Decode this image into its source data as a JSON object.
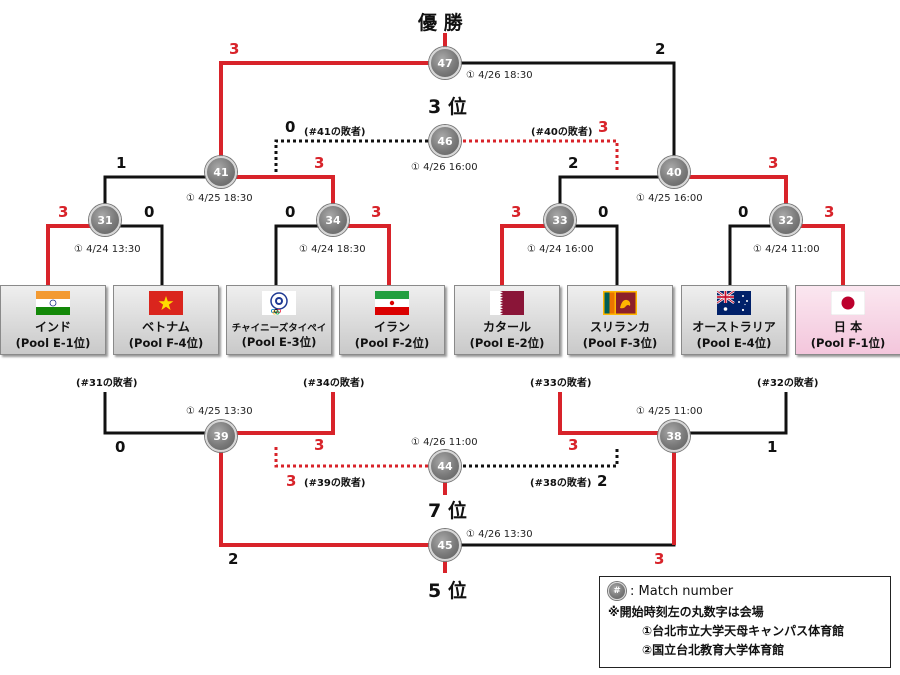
{
  "labels": {
    "champion": "優 勝",
    "third": "3 位",
    "fifth": "5 位",
    "seventh": "7 位"
  },
  "teams": [
    {
      "name": "インド",
      "pool": "(Pool E-1位)"
    },
    {
      "name": "ベトナム",
      "pool": "(Pool F-4位)"
    },
    {
      "name": "チャイニーズタイペイ",
      "pool": "(Pool E-3位)"
    },
    {
      "name": "イラン",
      "pool": "(Pool F-2位)"
    },
    {
      "name": "カタール",
      "pool": "(Pool E-2位)"
    },
    {
      "name": "スリランカ",
      "pool": "(Pool F-3位)"
    },
    {
      "name": "オーストラリア",
      "pool": "(Pool E-4位)"
    },
    {
      "name": "日 本",
      "pool": "(Pool F-1位)"
    }
  ],
  "matches": {
    "m31": {
      "number": "31",
      "info": "① 4/24 13:30",
      "score_left": "3",
      "score_right": "0"
    },
    "m34": {
      "number": "34",
      "info": "① 4/24 18:30",
      "score_left": "0",
      "score_right": "3"
    },
    "m33": {
      "number": "33",
      "info": "① 4/24 16:00",
      "score_left": "3",
      "score_right": "0"
    },
    "m32": {
      "number": "32",
      "info": "① 4/24 11:00",
      "score_left": "0",
      "score_right": "3"
    },
    "m41": {
      "number": "41",
      "info": "① 4/25 18:30",
      "score_left": "1",
      "score_right": "3"
    },
    "m40": {
      "number": "40",
      "info": "① 4/25 16:00",
      "score_left": "2",
      "score_right": "3"
    },
    "m47": {
      "number": "47",
      "info": "① 4/26 18:30",
      "score_left": "3",
      "score_right": "2"
    },
    "m46": {
      "number": "46",
      "info": "① 4/26 16:00",
      "score_left": "0",
      "score_right": "3",
      "loser_left": "(#41の敗者)",
      "loser_right": "(#40の敗者)"
    },
    "m39": {
      "number": "39",
      "info": "① 4/25 13:30",
      "score_left": "0",
      "score_right": "3",
      "loser_left": "(#31の敗者)",
      "loser_right": "(#34の敗者)"
    },
    "m38": {
      "number": "38",
      "info": "① 4/25 11:00",
      "score_left": "3",
      "score_right": "1",
      "loser_left": "(#33の敗者)",
      "loser_right": "(#32の敗者)"
    },
    "m44": {
      "number": "44",
      "info": "① 4/26 11:00",
      "score_left": "3",
      "score_right": "2",
      "loser_left": "(#39の敗者)",
      "loser_right": "(#38の敗者)"
    },
    "m45": {
      "number": "45",
      "info": "① 4/26 13:30",
      "score_left": "2",
      "score_right": "3"
    }
  },
  "legend": {
    "symbol": "#",
    "match_label": ": Match number",
    "note": "※開始時刻左の丸数字は会場",
    "venue1": "①台北市立大学天母キャンパス体育館",
    "venue2": "②国立台北教育大学体育館"
  },
  "colors": {
    "win_line": "#d8232a",
    "lose_line": "#111111",
    "highlight_team": "#f3c6dc"
  }
}
